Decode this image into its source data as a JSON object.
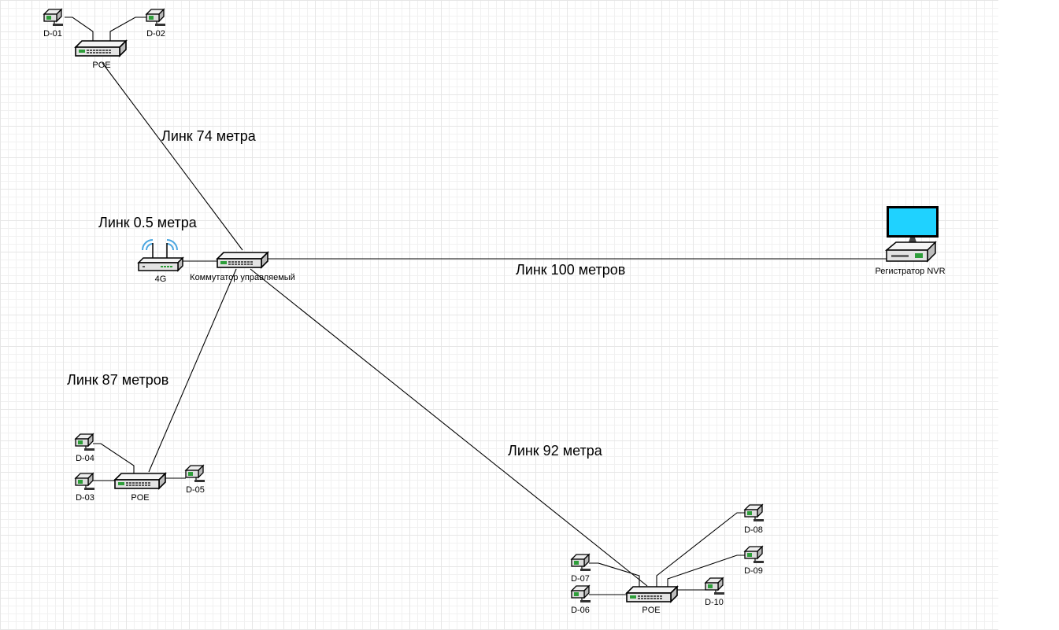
{
  "colors": {
    "grid": "#e6e6e6",
    "line": "#000000",
    "screen": "#1fd2ff",
    "wifi": "#4aa6e0",
    "port": "#2e9e3a"
  },
  "diagram": {
    "core_switch": "Коммутатор управляемый",
    "router": "4G",
    "nvr": "Регистратор NVR",
    "poe_1": "POE",
    "poe_2": "POE",
    "poe_3": "POE",
    "cameras": [
      "D-01",
      "D-02",
      "D-03",
      "D-04",
      "D-05",
      "D-06",
      "D-07",
      "D-08",
      "D-09",
      "D-10"
    ],
    "links": {
      "to_poe_1": "Линк 74 метра",
      "to_router": "Линк 0.5 метра",
      "to_nvr": "Линк 100 метров",
      "to_poe_2": "Линк 87 метров",
      "to_poe_3": "Линк 92 метра"
    }
  }
}
